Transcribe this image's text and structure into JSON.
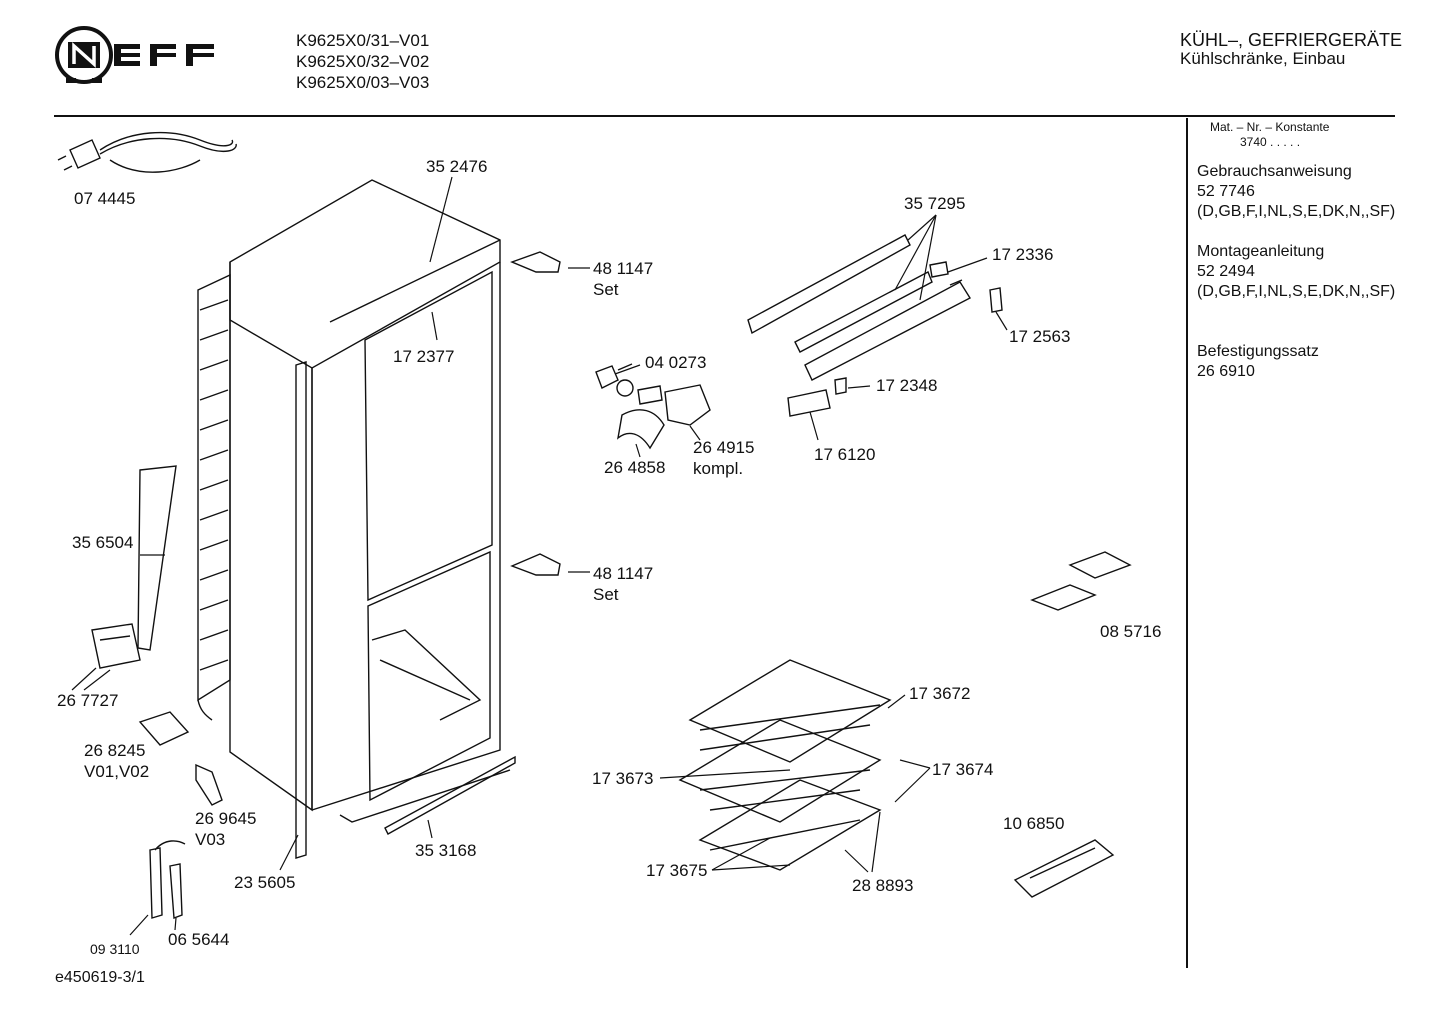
{
  "header": {
    "brand": "NEFF",
    "models": [
      "K9625X0/31–V01",
      "K9625X0/32–V02",
      "K9625X0/03–V03"
    ],
    "category": "KÜHL–, GEFRIERGERÄTE",
    "subcategory": "Kühlschränke, Einbau"
  },
  "sidebar": {
    "mat_label": "Mat. – Nr. – Konstante",
    "mat_value": "3740 . . . . .",
    "sections": [
      {
        "title": "Gebrauchsanweisung",
        "number": "52 7746",
        "langs": "(D,GB,F,I,NL,S,E,DK,N,,SF)"
      },
      {
        "title": "Montageanleitung",
        "number": "52 2494",
        "langs": "(D,GB,F,I,NL,S,E,DK,N,,SF)"
      },
      {
        "title": "Befestigungssatz",
        "number": "26 6910",
        "langs": ""
      }
    ]
  },
  "parts": {
    "p074445": "07 4445",
    "p352476": "35 2476",
    "p481147a": "48 1147",
    "set_a": "Set",
    "p172377": "17 2377",
    "p357295": "35 7295",
    "p172336": "17 2336",
    "p172563": "17 2563",
    "p040273": "04 0273",
    "p172348": "17 2348",
    "p264915": "26 4915",
    "kompl": "kompl.",
    "p264858": "26 4858",
    "p176120": "17 6120",
    "p356504": "35 6504",
    "p481147b": "48 1147",
    "set_b": "Set",
    "p085716": "08 5716",
    "p267727": "26 7727",
    "p173672": "17 3672",
    "p268245": "26 8245",
    "v0102": "V01,V02",
    "p173673": "17 3673",
    "p173674": "17 3674",
    "p269645": "26 9645",
    "v03": "V03",
    "p106850": "10 6850",
    "p353168": "35 3168",
    "p235605": "23 5605",
    "p173675": "17 3675",
    "p288893": "28 8893",
    "p093110": "09 3110",
    "p065644": "06 5644"
  },
  "footer": {
    "code": "e450619-3/1"
  }
}
